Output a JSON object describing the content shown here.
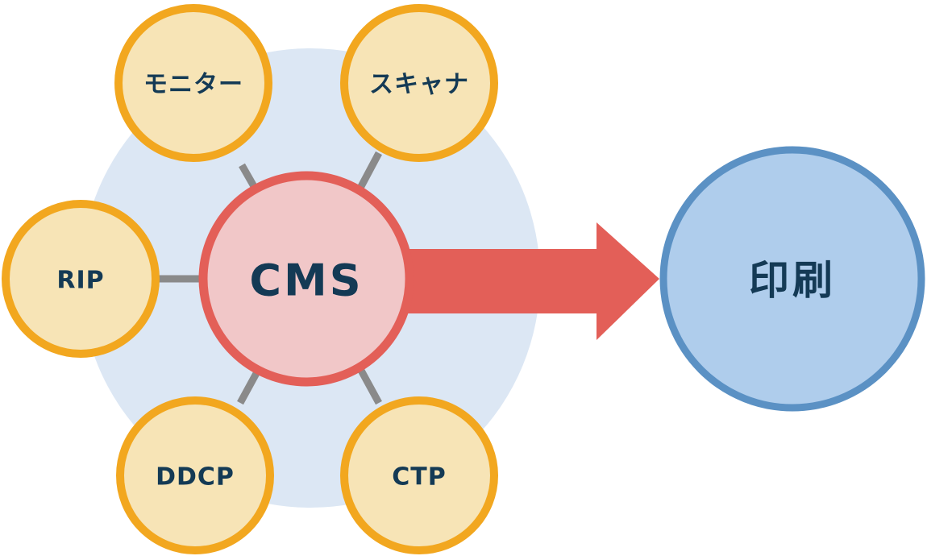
{
  "diagram": {
    "center": {
      "label": "CMS"
    },
    "satellites": {
      "monitor": "モニター",
      "scanner": "スキャナ",
      "rip": "RIP",
      "ddcp": "DDCP",
      "ctp": "CTP"
    },
    "target": {
      "label": "印刷"
    }
  },
  "colors": {
    "hub_background": "#dce7f4",
    "satellite_fill": "#f7e4b6",
    "satellite_stroke": "#f2a71f",
    "connector": "#8a8a8a",
    "center_fill": "#f1c7c8",
    "center_stroke": "#e35f58",
    "arrow": "#e35f58",
    "target_fill": "#afcdec",
    "target_stroke": "#5b91c4",
    "text": "#143a55"
  }
}
